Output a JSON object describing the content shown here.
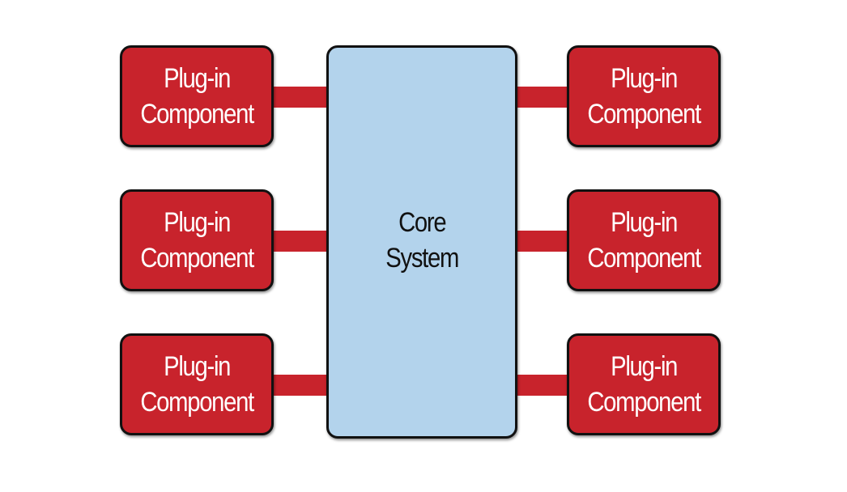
{
  "diagram": {
    "core": {
      "label": "Core\nSystem",
      "fill_color": "#b3d3ec"
    },
    "plugins": [
      {
        "label": "Plug-in\nComponent",
        "side": "left"
      },
      {
        "label": "Plug-in\nComponent",
        "side": "left"
      },
      {
        "label": "Plug-in\nComponent",
        "side": "left"
      },
      {
        "label": "Plug-in\nComponent",
        "side": "right"
      },
      {
        "label": "Plug-in\nComponent",
        "side": "right"
      },
      {
        "label": "Plug-in\nComponent",
        "side": "right"
      }
    ],
    "plugin_fill_color": "#c8232c",
    "border_color": "#111111"
  }
}
